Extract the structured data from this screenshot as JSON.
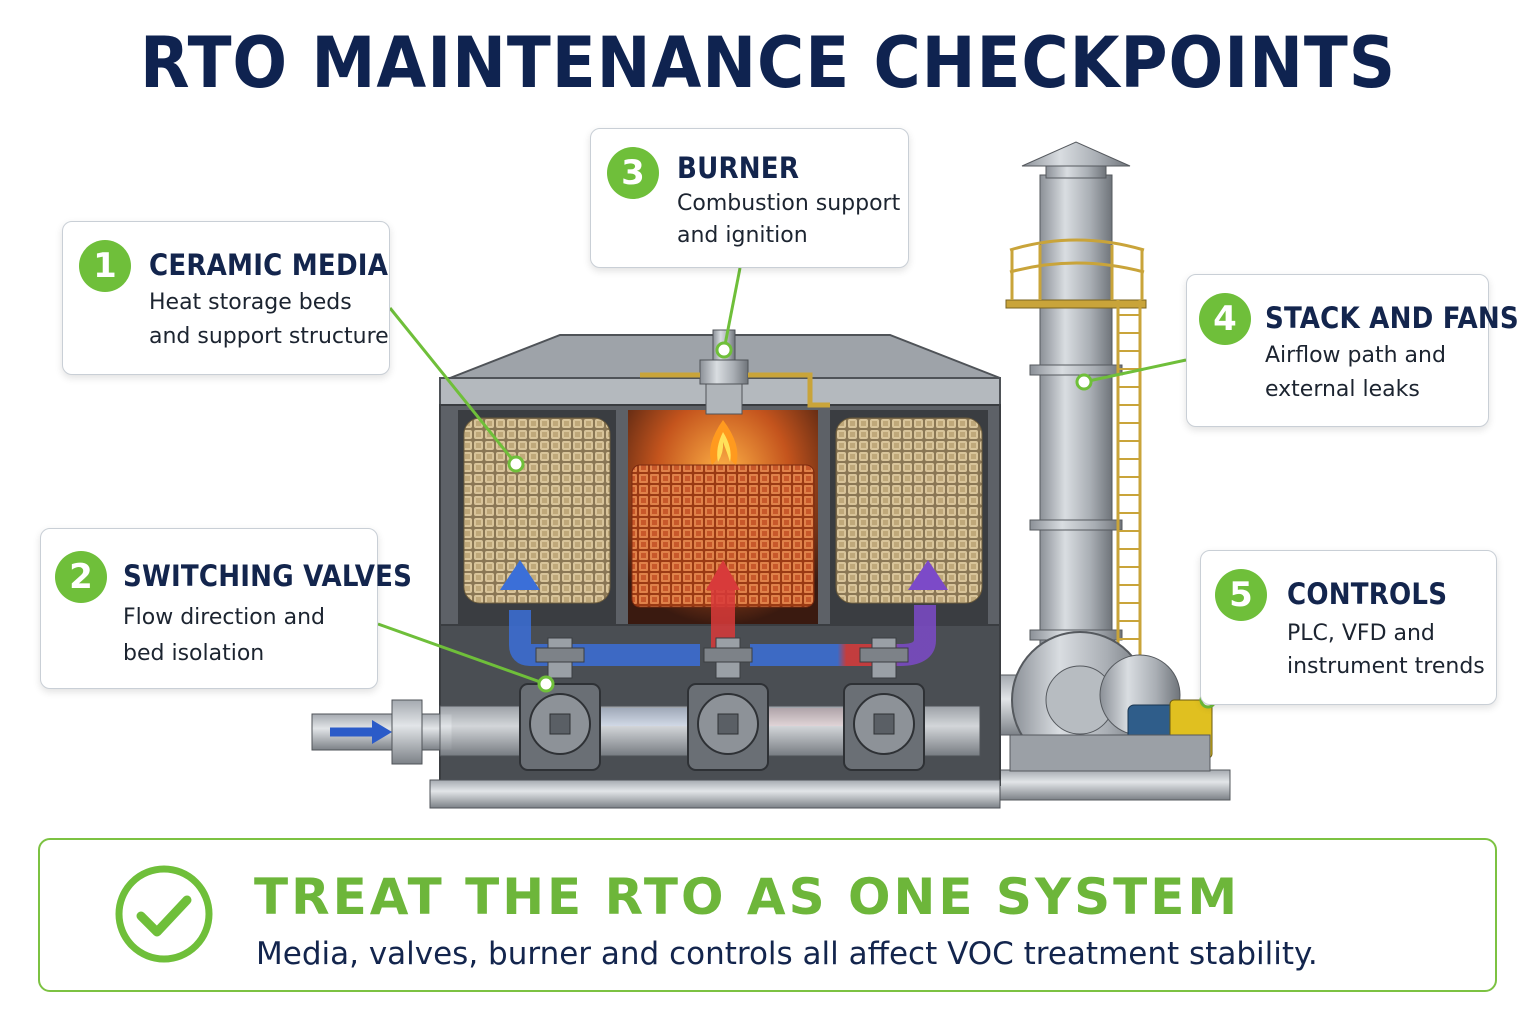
{
  "title": "RTO MAINTENANCE CHECKPOINTS",
  "accent_color": "#6fbf3a",
  "title_color": "#0f2350",
  "callouts": [
    {
      "number": "1",
      "title": "CERAMIC MEDIA",
      "line1": "Heat storage beds",
      "line2": "and support structure"
    },
    {
      "number": "2",
      "title": "SWITCHING VALVES",
      "line1": "Flow direction and",
      "line2": "bed isolation"
    },
    {
      "number": "3",
      "title": "BURNER",
      "line1": "Combustion support",
      "line2": "and ignition"
    },
    {
      "number": "4",
      "title": "STACK AND FANS",
      "line1": "Airflow path and",
      "line2": "external leaks"
    },
    {
      "number": "5",
      "title": "CONTROLS",
      "line1": "PLC, VFD and",
      "line2": "instrument trends"
    }
  ],
  "banner": {
    "icon": "checkmark-circle-icon",
    "title": "TREAT THE RTO AS ONE SYSTEM",
    "subtitle": "Media, valves, burner and controls all affect VOC treatment stability."
  }
}
